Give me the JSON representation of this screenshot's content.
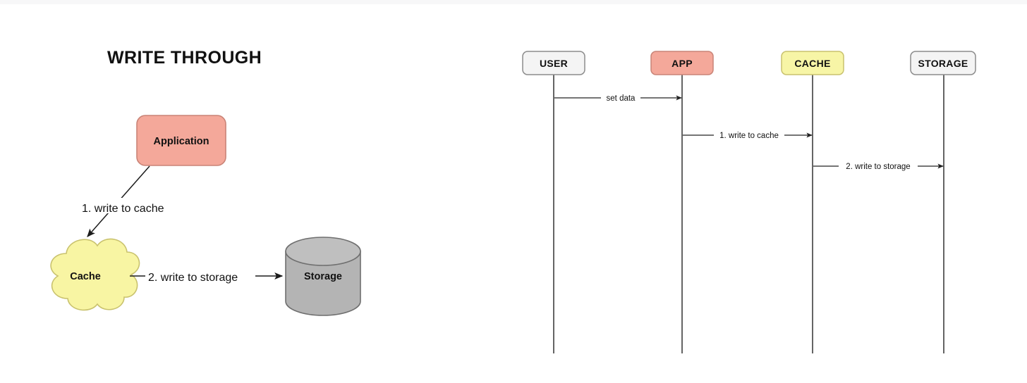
{
  "page": {
    "background": "#ffffff",
    "top_band_color": "#f7f7f8"
  },
  "left_diagram": {
    "title": "WRITE THROUGH",
    "nodes": [
      {
        "id": "application",
        "label": "Application",
        "shape": "rounded-rect",
        "fill": "#f4a89a",
        "stroke": "#c98477"
      },
      {
        "id": "cache",
        "label": "Cache",
        "shape": "cloud",
        "fill": "#f8f5a3",
        "stroke": "#c9c26e"
      },
      {
        "id": "storage",
        "label": "Storage",
        "shape": "cylinder",
        "fill": "#b4b4b4",
        "stroke": "#6f6f6f"
      }
    ],
    "edges": [
      {
        "id": "app-to-cache",
        "label": "1. write to cache",
        "from": "application",
        "to": "cache"
      },
      {
        "id": "cache-to-storage",
        "label": "2. write to storage",
        "from": "cache",
        "to": "storage"
      }
    ]
  },
  "sequence_diagram": {
    "lanes": [
      {
        "id": "user",
        "label": "USER",
        "fill": "#f4f4f4",
        "stroke": "#8c8c8c"
      },
      {
        "id": "app",
        "label": "APP",
        "fill": "#f4a89a",
        "stroke": "#c98477"
      },
      {
        "id": "cache",
        "label": "CACHE",
        "fill": "#f7f5a6",
        "stroke": "#c9c26e"
      },
      {
        "id": "storage",
        "label": "STORAGE",
        "fill": "#f4f4f4",
        "stroke": "#8c8c8c"
      }
    ],
    "messages": [
      {
        "id": "set-data",
        "label": "set data",
        "from": "user",
        "to": "app"
      },
      {
        "id": "write-to-cache",
        "label": "1. write to cache",
        "from": "app",
        "to": "cache"
      },
      {
        "id": "write-to-storage",
        "label": "2. write to storage",
        "from": "cache",
        "to": "storage"
      }
    ]
  }
}
